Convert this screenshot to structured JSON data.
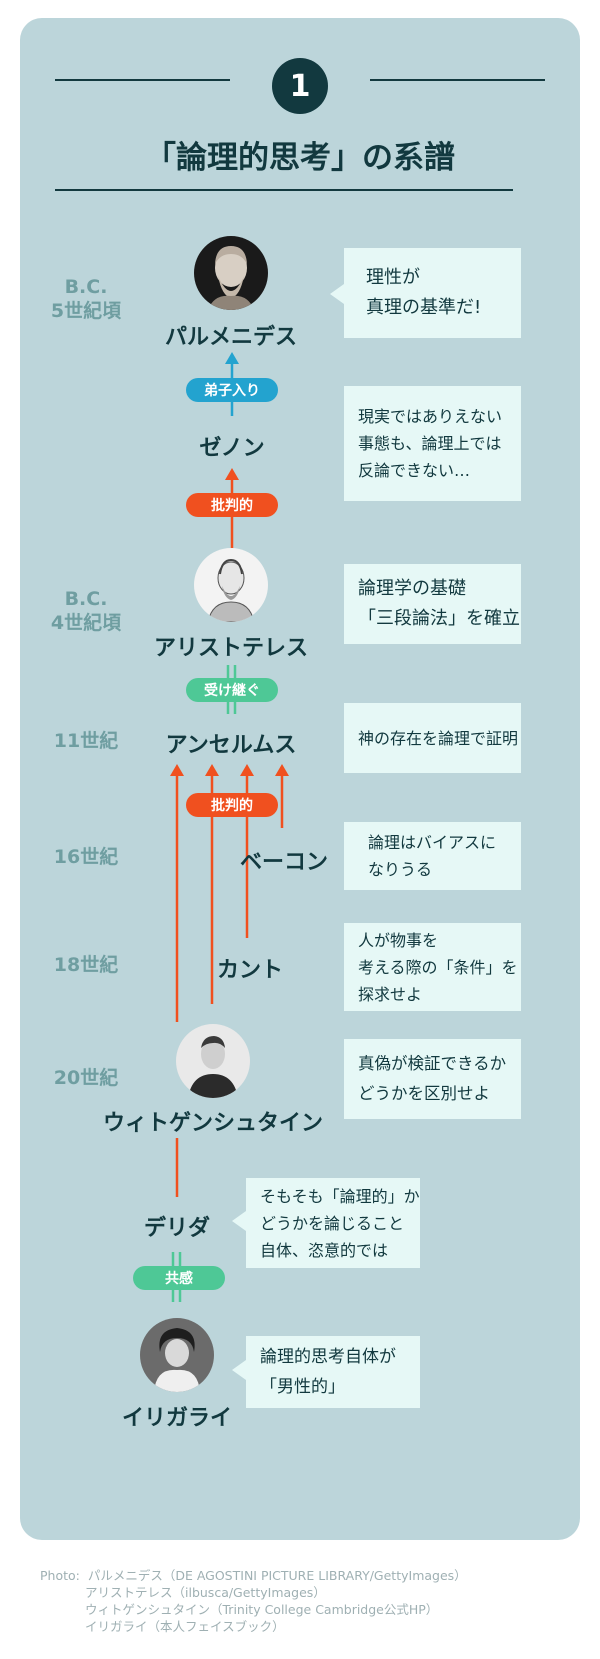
{
  "header": {
    "number": "1",
    "title": "「論理的思考」の系譜"
  },
  "colors": {
    "card_bg": "#bcd5da",
    "dark": "#12393f",
    "blue": "#23a3cf",
    "red": "#f0501f",
    "green": "#4ec896",
    "bubble": "#e6f8f6",
    "era_text": "#6f9ea1"
  },
  "eras": {
    "bc5": [
      "B.C.",
      "5世紀頃"
    ],
    "bc4": [
      "B.C.",
      "4世紀頃"
    ],
    "c11": "11世紀",
    "c16": "16世紀",
    "c18": "18世紀",
    "c20": "20世紀"
  },
  "people": {
    "parmenides": "パルメニデス",
    "zeno": "ゼノン",
    "aristotle": "アリストテレス",
    "anselm": "アンセルムス",
    "bacon": "ベーコン",
    "kant": "カント",
    "wittgenstein": "ウィトゲンシュタイン",
    "derrida": "デリダ",
    "irigaray": "イリガライ"
  },
  "relations": {
    "disciple": "弟子入り",
    "critical1": "批判的",
    "inherit": "受け継ぐ",
    "critical2": "批判的",
    "sympathy": "共感"
  },
  "quotes": {
    "parmenides": [
      "理性が",
      "真理の基準だ!"
    ],
    "zeno": [
      "現実ではありえない",
      "事態も、論理上では",
      "反論できない…"
    ],
    "aristotle": [
      "論理学の基礎",
      "「三段論法」を確立"
    ],
    "anselm": [
      "神の存在を論理で証明"
    ],
    "bacon": [
      "論理はバイアスに",
      "なりうる"
    ],
    "kant": [
      "人が物事を",
      "考える際の「条件」を",
      "探求せよ"
    ],
    "wittgenstein": [
      "真偽が検証できるか",
      "どうかを区別せよ"
    ],
    "derrida": [
      "そもそも「論理的」か",
      "どうかを論じること",
      "自体、恣意的では"
    ],
    "irigaray": [
      "論理的思考自体が",
      "「男性的」"
    ]
  },
  "credits": {
    "prefix": "Photo:",
    "lines": [
      "パルメニデス（DE AGOSTINI PICTURE LIBRARY/GettyImages）",
      "アリストテレス（ilbusca/GettyImages）",
      "ウィトゲンシュタイン（Trinity College Cambridge公式HP）",
      "イリガライ（本人フェイスブック）"
    ]
  }
}
